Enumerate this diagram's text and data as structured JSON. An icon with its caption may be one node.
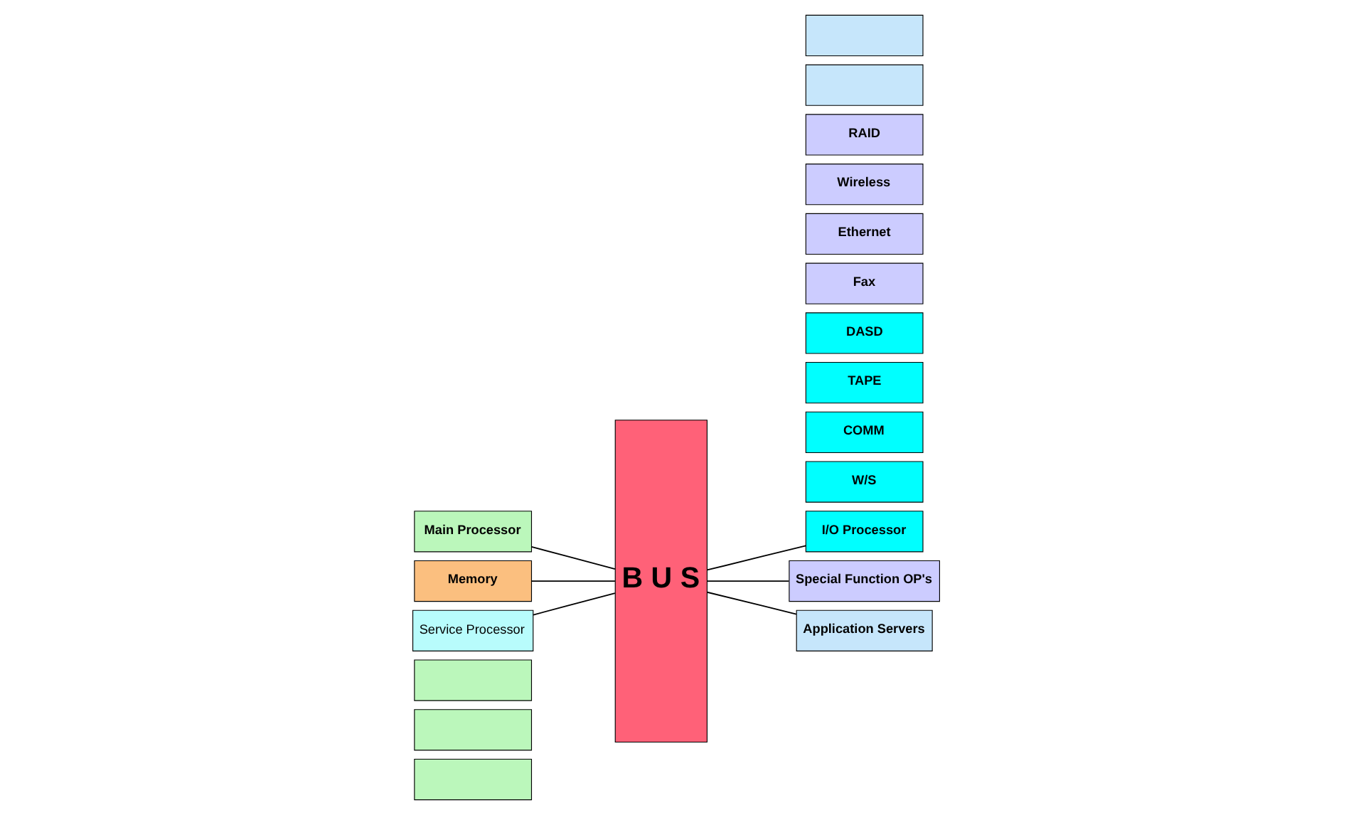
{
  "diagram": {
    "nodes": [
      {
        "text": [],
        "shape": "box"
      },
      {
        "text": [],
        "shape": "box"
      },
      {
        "text": [],
        "shape": "box"
      },
      {
        "text": [
          "Main Processor"
        ]
      },
      {
        "text": [
          "Memory"
        ]
      },
      {
        "text": [
          "Service Processor"
        ]
      },
      {
        "text": [
          "B U S"
        ]
      },
      {
        "text": [
          "W/S"
        ]
      },
      {
        "text": [
          "COMM"
        ]
      },
      {
        "text": [
          "TAPE"
        ]
      },
      {
        "text": [
          "DASD"
        ]
      },
      {
        "text": [
          "I/O Processor"
        ]
      },
      {
        "text": [
          "Fax"
        ]
      },
      {
        "text": [
          "Ethernet"
        ]
      },
      {
        "text": [
          "Wireless"
        ]
      },
      {
        "text": [
          "RAID"
        ]
      },
      {
        "text": [
          "Special Function OP's"
        ]
      },
      {
        "text": [],
        "shape": "box"
      },
      {
        "text": [],
        "shape": "box"
      },
      {
        "text": [
          "Application Servers"
        ]
      }
    ],
    "edges": [
      {
        "from": 3,
        "to": 6,
        "arrow": "none"
      },
      {
        "from": 4,
        "to": 6,
        "arrow": "none"
      },
      {
        "from": 5,
        "to": 6,
        "arrow": "none"
      },
      {
        "from": 6,
        "to": 11,
        "arrow": "none"
      },
      {
        "from": 6,
        "to": 16,
        "arrow": "none"
      },
      {
        "from": 6,
        "to": 19,
        "arrow": "none"
      }
    ]
  }
}
